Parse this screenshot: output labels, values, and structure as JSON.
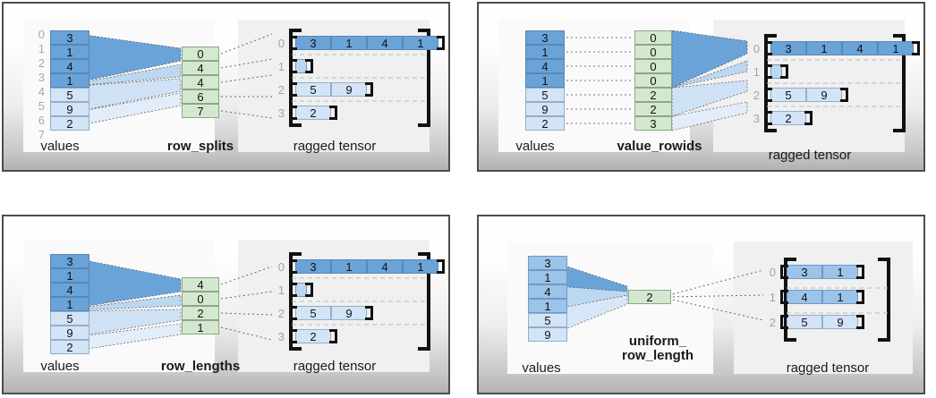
{
  "panels": [
    {
      "id": "row_splits",
      "values_label": "values",
      "partition_label": "row_splits",
      "tensor_label": "ragged tensor",
      "show_value_indices": true,
      "value_indices": [
        "0",
        "1",
        "2",
        "3",
        "4",
        "5",
        "6",
        "7"
      ],
      "values": [
        "3",
        "1",
        "4",
        "1",
        "5",
        "9",
        "2"
      ],
      "value_shades": [
        "dark",
        "dark",
        "dark",
        "dark",
        "light",
        "light",
        "light"
      ],
      "partition": [
        "0",
        "4",
        "4",
        "6",
        "7"
      ],
      "tensor_rows": [
        {
          "index": "0",
          "cells": [
            "3",
            "1",
            "4",
            "1"
          ],
          "shade": "dark"
        },
        {
          "index": "1",
          "cells": [],
          "shade": "light"
        },
        {
          "index": "2",
          "cells": [
            "5",
            "9"
          ],
          "shade": "light"
        },
        {
          "index": "3",
          "cells": [
            "2"
          ],
          "shade": "light"
        }
      ]
    },
    {
      "id": "value_rowids",
      "values_label": "values",
      "partition_label": "value_rowids",
      "tensor_label": "ragged tensor",
      "show_value_indices": false,
      "value_indices": [],
      "values": [
        "3",
        "1",
        "4",
        "1",
        "5",
        "9",
        "2"
      ],
      "value_shades": [
        "dark",
        "dark",
        "dark",
        "dark",
        "light",
        "light",
        "light"
      ],
      "partition": [
        "0",
        "0",
        "0",
        "0",
        "2",
        "2",
        "3"
      ],
      "tensor_rows": [
        {
          "index": "0",
          "cells": [
            "3",
            "1",
            "4",
            "1"
          ],
          "shade": "dark"
        },
        {
          "index": "1",
          "cells": [],
          "shade": "light"
        },
        {
          "index": "2",
          "cells": [
            "5",
            "9"
          ],
          "shade": "light"
        },
        {
          "index": "3",
          "cells": [
            "2"
          ],
          "shade": "light"
        }
      ]
    },
    {
      "id": "row_lengths",
      "values_label": "values",
      "partition_label": "row_lengths",
      "tensor_label": "ragged tensor",
      "show_value_indices": false,
      "value_indices": [],
      "values": [
        "3",
        "1",
        "4",
        "1",
        "5",
        "9",
        "2"
      ],
      "value_shades": [
        "dark",
        "dark",
        "dark",
        "dark",
        "light",
        "light",
        "light"
      ],
      "partition": [
        "4",
        "0",
        "2",
        "1"
      ],
      "tensor_rows": [
        {
          "index": "0",
          "cells": [
            "3",
            "1",
            "4",
            "1"
          ],
          "shade": "dark"
        },
        {
          "index": "1",
          "cells": [],
          "shade": "light"
        },
        {
          "index": "2",
          "cells": [
            "5",
            "9"
          ],
          "shade": "light"
        },
        {
          "index": "3",
          "cells": [
            "2"
          ],
          "shade": "light"
        }
      ]
    },
    {
      "id": "uniform_row_length",
      "values_label": "values",
      "partition_label": "uniform_\nrow_length",
      "tensor_label": "ragged tensor",
      "show_value_indices": false,
      "value_indices": [],
      "values": [
        "3",
        "1",
        "4",
        "1",
        "5",
        "9"
      ],
      "value_shades": [
        "mid",
        "mid",
        "mid",
        "mid",
        "light",
        "light"
      ],
      "partition": [
        "2"
      ],
      "tensor_rows": [
        {
          "index": "0",
          "cells": [
            "3",
            "1"
          ],
          "shade": "mid"
        },
        {
          "index": "1",
          "cells": [
            "4",
            "1"
          ],
          "shade": "mid"
        },
        {
          "index": "2",
          "cells": [
            "5",
            "9"
          ],
          "shade": "light"
        }
      ]
    }
  ],
  "colors": {
    "dark_blue": "#6aa3d8",
    "mid_blue": "#9cc3e8",
    "light_blue": "#d3e4f6",
    "green": "#d4e8d0",
    "frame": "#4d4d4d",
    "index_gray": "#a8a8a8"
  }
}
